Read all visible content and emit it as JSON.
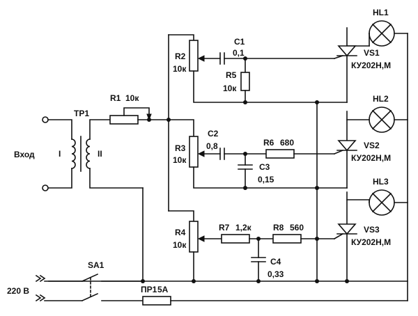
{
  "colors": {
    "ink": "#111111",
    "paper": "#ffffff"
  },
  "labels": {
    "input": "Вход",
    "mains": "220 В",
    "tp1": "TP1",
    "winding_primary": "I",
    "winding_secondary": "II",
    "r1": "R1",
    "r1_value": "10к",
    "r2": "R2",
    "r2_value": "10к",
    "r3": "R3",
    "r3_value": "10к",
    "r4": "R4",
    "r4_value": "10к",
    "r5": "R5",
    "r5_value": "10к",
    "c1": "C1",
    "c1_value": "0,1",
    "c2": "C2",
    "c2_value": "0,8",
    "c3": "C3",
    "c3_value": "0,15",
    "c4": "C4",
    "c4_value": "0,33",
    "r6": "R6",
    "r6_value": "680",
    "r7": "R7",
    "r7_value": "1,2к",
    "r8": "R8",
    "r8_value": "560",
    "vs1": "VS1",
    "vs1_type": "КУ202Н,М",
    "vs2": "VS2",
    "vs2_type": "КУ202Н,М",
    "vs3": "VS3",
    "vs3_type": "КУ202Н,М",
    "hl1": "HL1",
    "hl2": "HL2",
    "hl3": "HL3",
    "sa1": "SA1",
    "fuse": "ПР1",
    "fuse_rating": "5А"
  }
}
